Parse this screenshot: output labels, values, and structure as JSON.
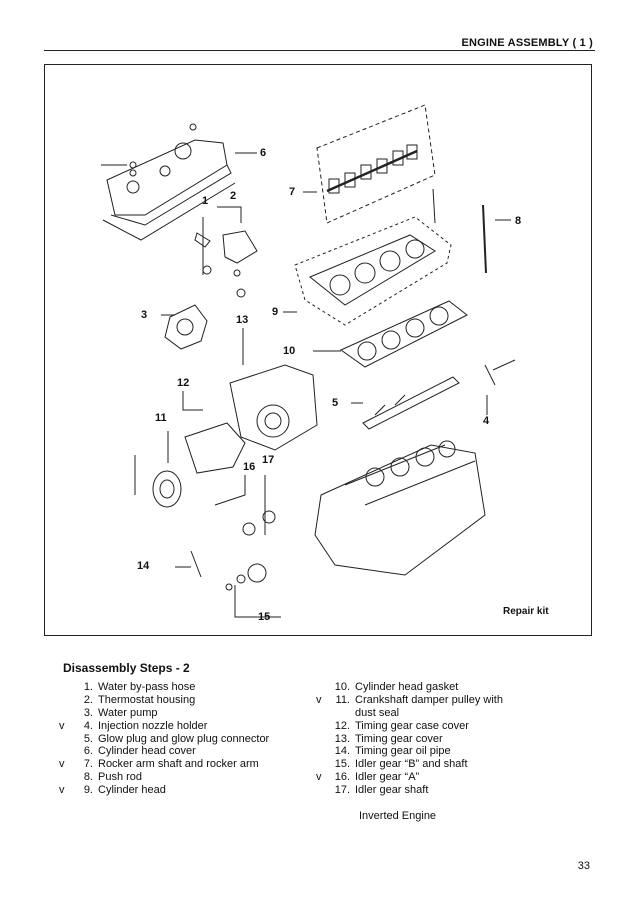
{
  "header": {
    "title": "ENGINE ASSEMBLY ( 1 )"
  },
  "figure": {
    "callouts": [
      "1",
      "2",
      "3",
      "4",
      "5",
      "6",
      "7",
      "8",
      "9",
      "10",
      "11",
      "12",
      "13",
      "14",
      "15",
      "16",
      "17"
    ],
    "repair_label": "Repair kit"
  },
  "section_title": "Disassembly Steps - 2",
  "steps_left": [
    {
      "mark": "",
      "num": "1.",
      "text": "Water by-pass hose"
    },
    {
      "mark": "",
      "num": "2.",
      "text": "Thermostat housing"
    },
    {
      "mark": "",
      "num": "3.",
      "text": "Water pump"
    },
    {
      "mark": "v",
      "num": "4.",
      "text": "Injection nozzle holder"
    },
    {
      "mark": "",
      "num": "5.",
      "text": "Glow plug and glow plug connector"
    },
    {
      "mark": "",
      "num": "6.",
      "text": "Cylinder head cover"
    },
    {
      "mark": "v",
      "num": "7.",
      "text": "Rocker arm shaft and rocker arm"
    },
    {
      "mark": "",
      "num": "8.",
      "text": "Push rod"
    },
    {
      "mark": "v",
      "num": "9.",
      "text": "Cylinder head"
    }
  ],
  "steps_right": [
    {
      "mark": "",
      "num": "10.",
      "text": "Cylinder head gasket"
    },
    {
      "mark": "v",
      "num": "11.",
      "text": "Crankshaft damper pulley with"
    },
    {
      "mark": "",
      "num": "",
      "text": "dust seal"
    },
    {
      "mark": "",
      "num": "12.",
      "text": "Timing gear case cover"
    },
    {
      "mark": "",
      "num": "13.",
      "text": "Timing gear cover"
    },
    {
      "mark": "",
      "num": "14.",
      "text": "Timing gear oil pipe"
    },
    {
      "mark": "",
      "num": "15.",
      "text": "Idler gear “B” and shaft"
    },
    {
      "mark": "v",
      "num": "16.",
      "text": "Idler gear “A”"
    },
    {
      "mark": "",
      "num": "17.",
      "text": "Idler gear shaft"
    }
  ],
  "note": "Inverted Engine",
  "page_number": "33"
}
